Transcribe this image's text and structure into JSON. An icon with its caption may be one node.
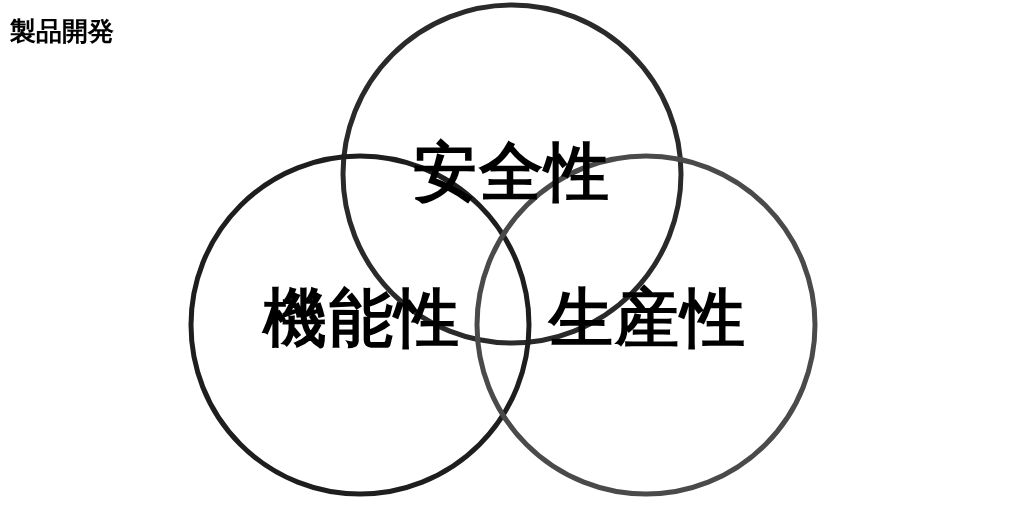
{
  "diagram": {
    "title": "製品開発",
    "nodes": [
      {
        "text": [
          "安全性"
        ]
      },
      {
        "text": [
          "機能性"
        ]
      },
      {
        "text": [
          "生産性"
        ]
      }
    ]
  }
}
